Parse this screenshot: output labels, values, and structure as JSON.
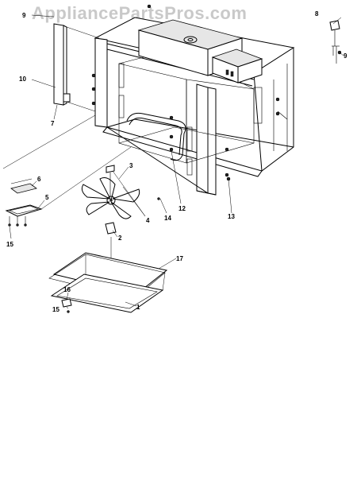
{
  "watermark": "AppliancePartsPros.com",
  "callouts": [
    "9",
    "8",
    "9",
    "10",
    "7",
    "3",
    "6",
    "5",
    "4",
    "12",
    "14",
    "13",
    "2",
    "15",
    "17",
    "16",
    "1",
    "15"
  ],
  "colors": {
    "line": "#000000",
    "background": "#ffffff",
    "watermark": "#c9c9c9"
  }
}
